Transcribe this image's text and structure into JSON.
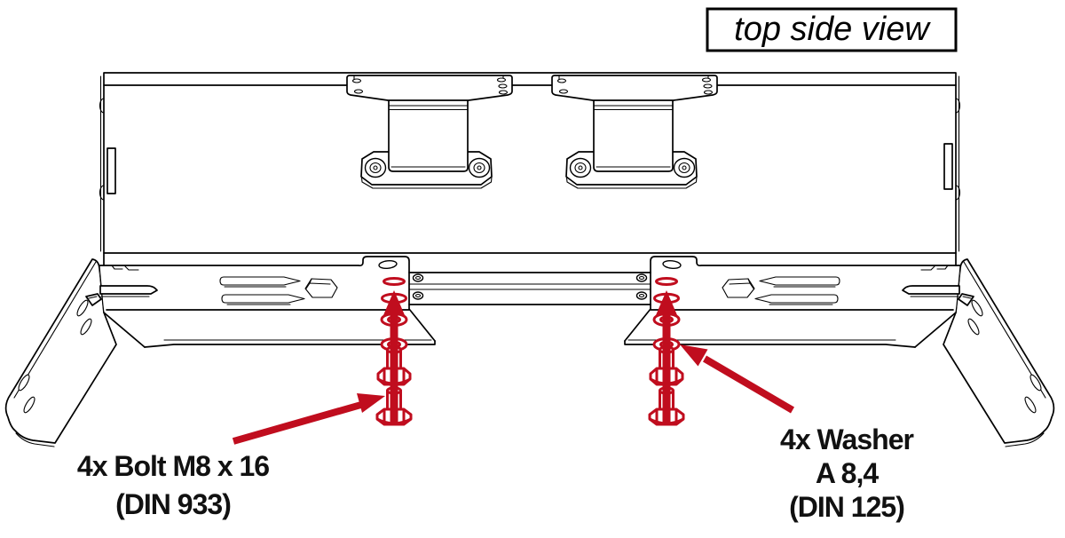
{
  "view_label": "top side view",
  "callouts": {
    "bolt": {
      "line1": "4x Bolt M8 x 16",
      "line2": "(DIN 933)"
    },
    "washer": {
      "line1": "4x Washer",
      "line2": "A 8,4",
      "line3": "(DIN 125)"
    }
  },
  "hardware": {
    "bolt_quantity": "4x",
    "bolt_spec": "M8 x 16",
    "bolt_standard": "DIN 933",
    "washer_quantity": "4x",
    "washer_spec": "A 8,4",
    "washer_standard": "DIN 125"
  },
  "colors": {
    "drawing_line": "#000000",
    "callout_red": "#c00d1e",
    "background": "#ffffff"
  }
}
